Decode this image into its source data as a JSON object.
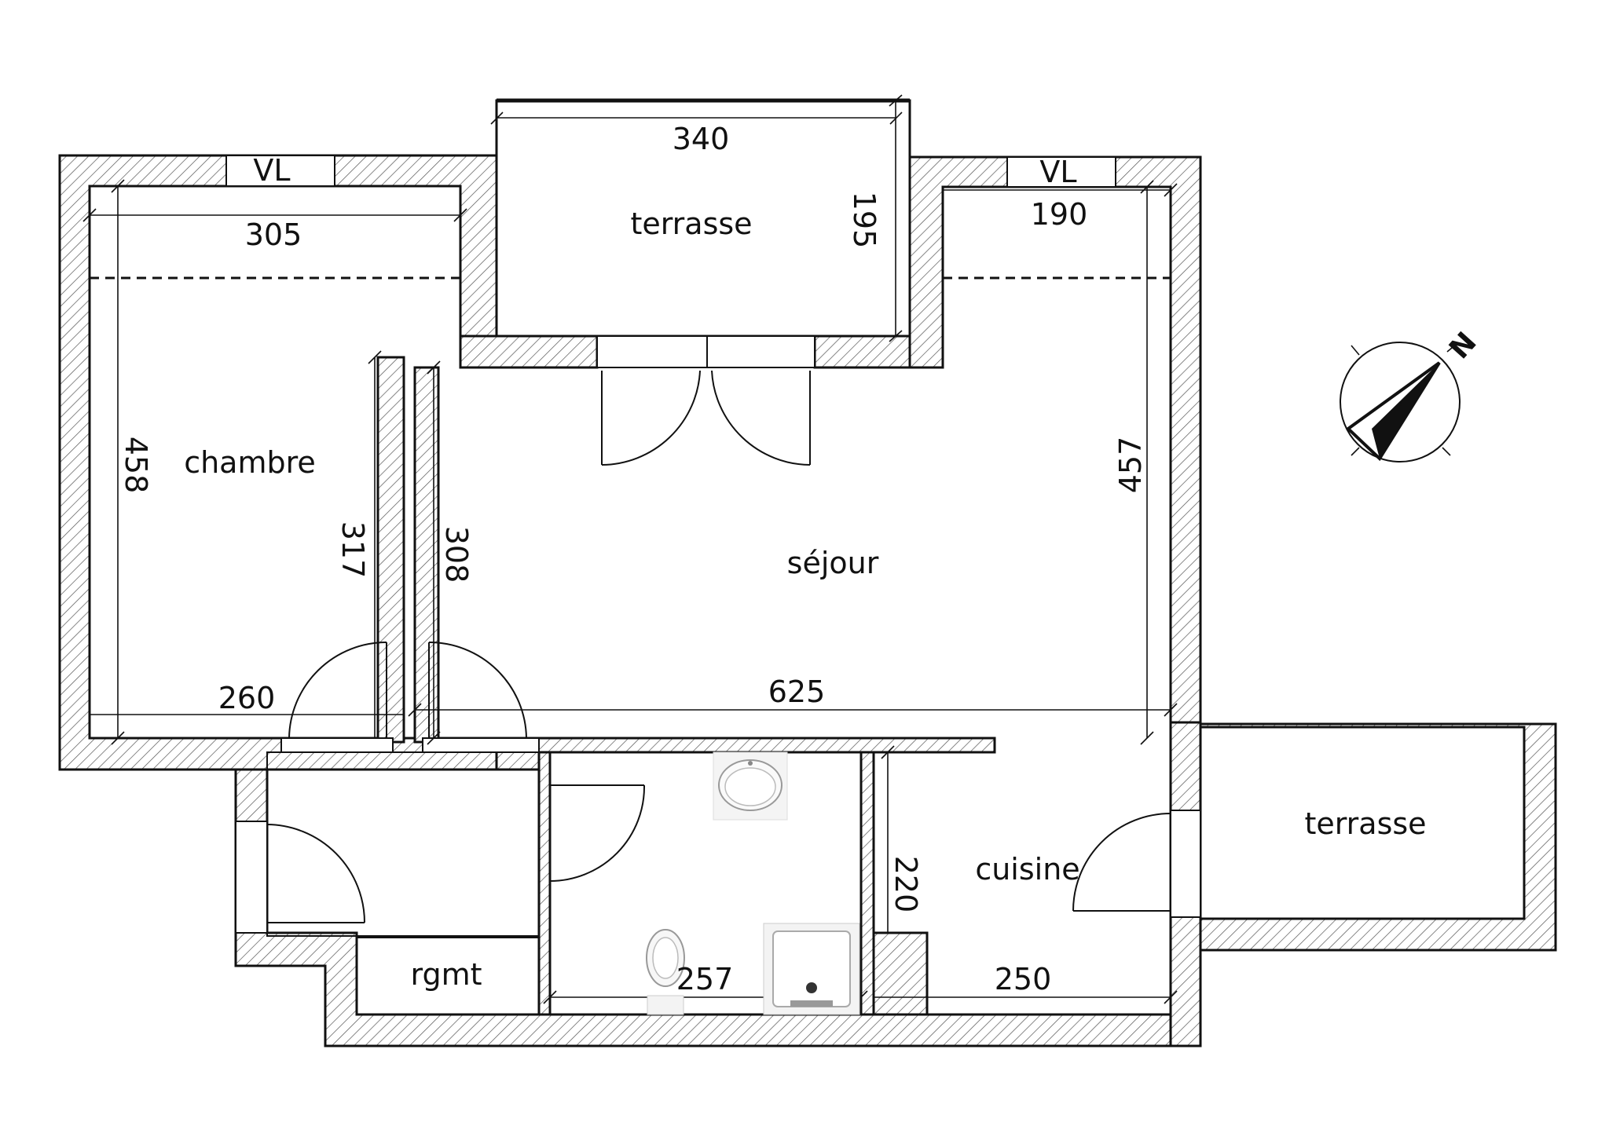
{
  "rooms": {
    "chambre": "chambre",
    "sejour": "séjour",
    "terrasse_top": "terrasse",
    "terrasse_right": "terrasse",
    "cuisine": "cuisine",
    "rgmt": "rgmt"
  },
  "windows": {
    "vl_left": "VL",
    "vl_right": "VL"
  },
  "dimensions": {
    "d340": "340",
    "d305": "305",
    "d195": "195",
    "d190": "190",
    "d458": "458",
    "d317": "317",
    "d308": "308",
    "d457": "457",
    "d260": "260",
    "d625": "625",
    "d220": "220",
    "d257": "257",
    "d250": "250"
  },
  "compass": {
    "north": "N"
  }
}
